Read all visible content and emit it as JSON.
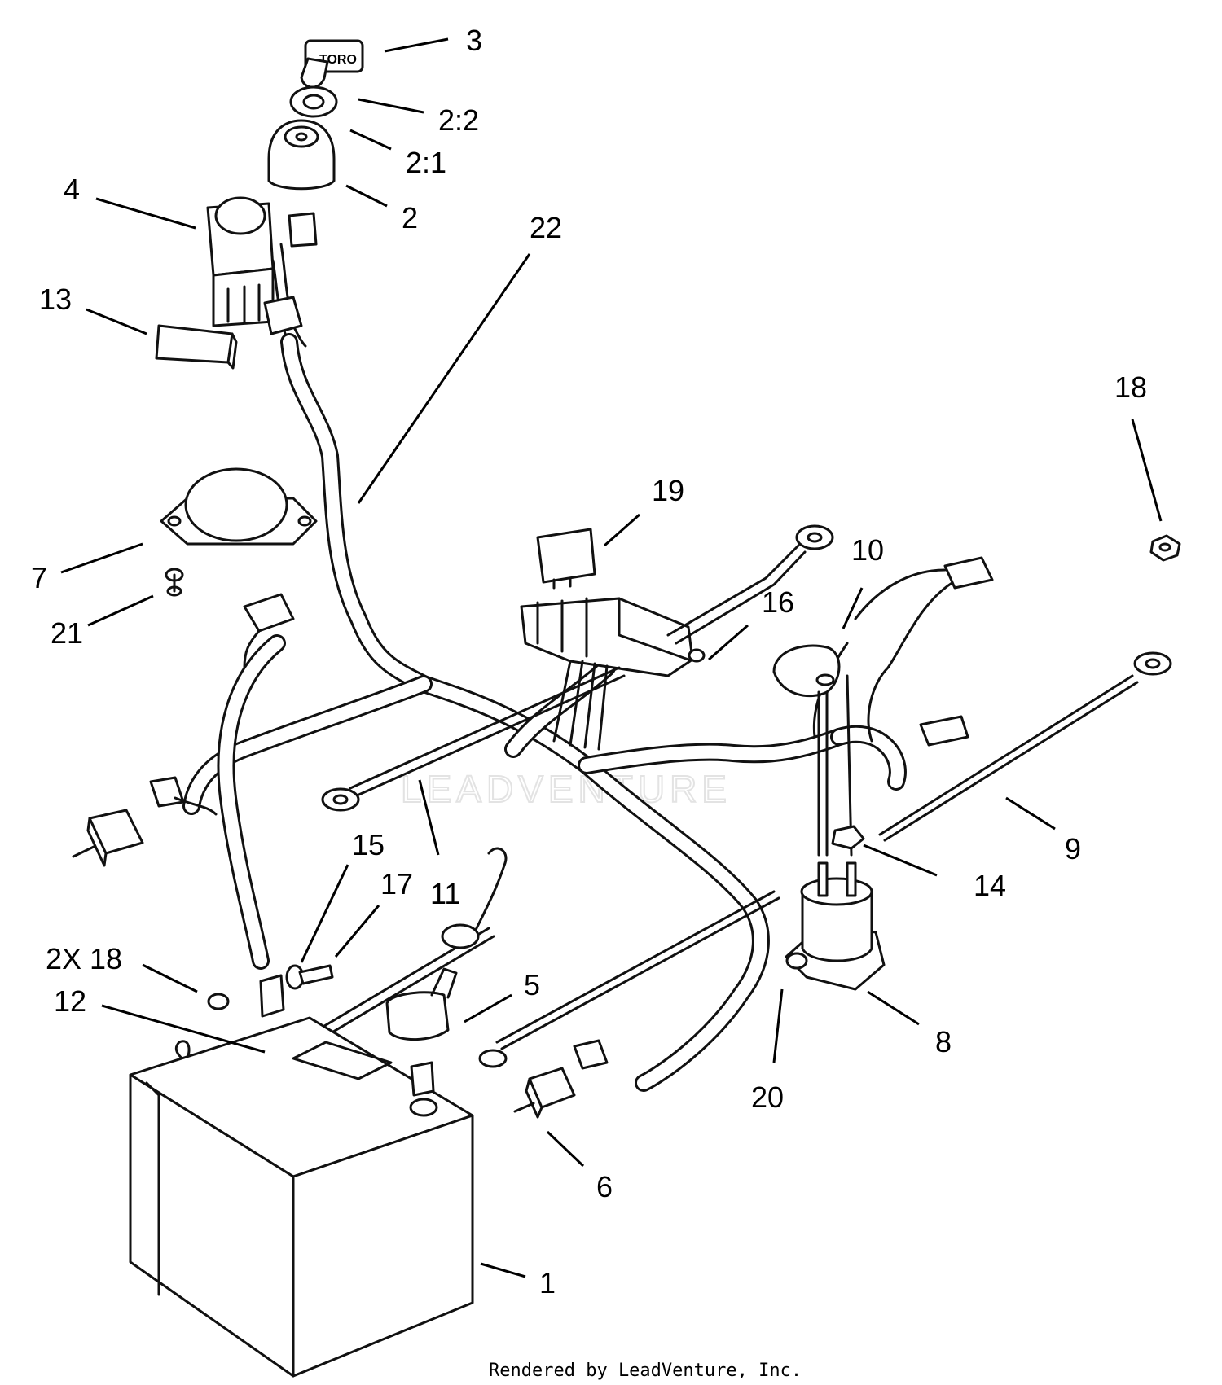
{
  "watermark": "LEADVENTURE",
  "footer": "Rendered by LeadVenture, Inc.",
  "key_label": "TORO",
  "callouts": [
    {
      "id": "c-3",
      "text": "3"
    },
    {
      "id": "c-2-2",
      "text": "2:2"
    },
    {
      "id": "c-2-1",
      "text": "2:1"
    },
    {
      "id": "c-2",
      "text": "2"
    },
    {
      "id": "c-4",
      "text": "4"
    },
    {
      "id": "c-22",
      "text": "22"
    },
    {
      "id": "c-13",
      "text": "13"
    },
    {
      "id": "c-18a",
      "text": "18"
    },
    {
      "id": "c-19",
      "text": "19"
    },
    {
      "id": "c-10",
      "text": "10"
    },
    {
      "id": "c-7",
      "text": "7"
    },
    {
      "id": "c-16",
      "text": "16"
    },
    {
      "id": "c-21",
      "text": "21"
    },
    {
      "id": "c-9",
      "text": "9"
    },
    {
      "id": "c-15",
      "text": "15"
    },
    {
      "id": "c-17",
      "text": "17"
    },
    {
      "id": "c-11",
      "text": "11"
    },
    {
      "id": "c-14",
      "text": "14"
    },
    {
      "id": "c-2x18",
      "text": "2X 18"
    },
    {
      "id": "c-5",
      "text": "5"
    },
    {
      "id": "c-12",
      "text": "12"
    },
    {
      "id": "c-8",
      "text": "8"
    },
    {
      "id": "c-20",
      "text": "20"
    },
    {
      "id": "c-6",
      "text": "6"
    },
    {
      "id": "c-1",
      "text": "1"
    }
  ]
}
